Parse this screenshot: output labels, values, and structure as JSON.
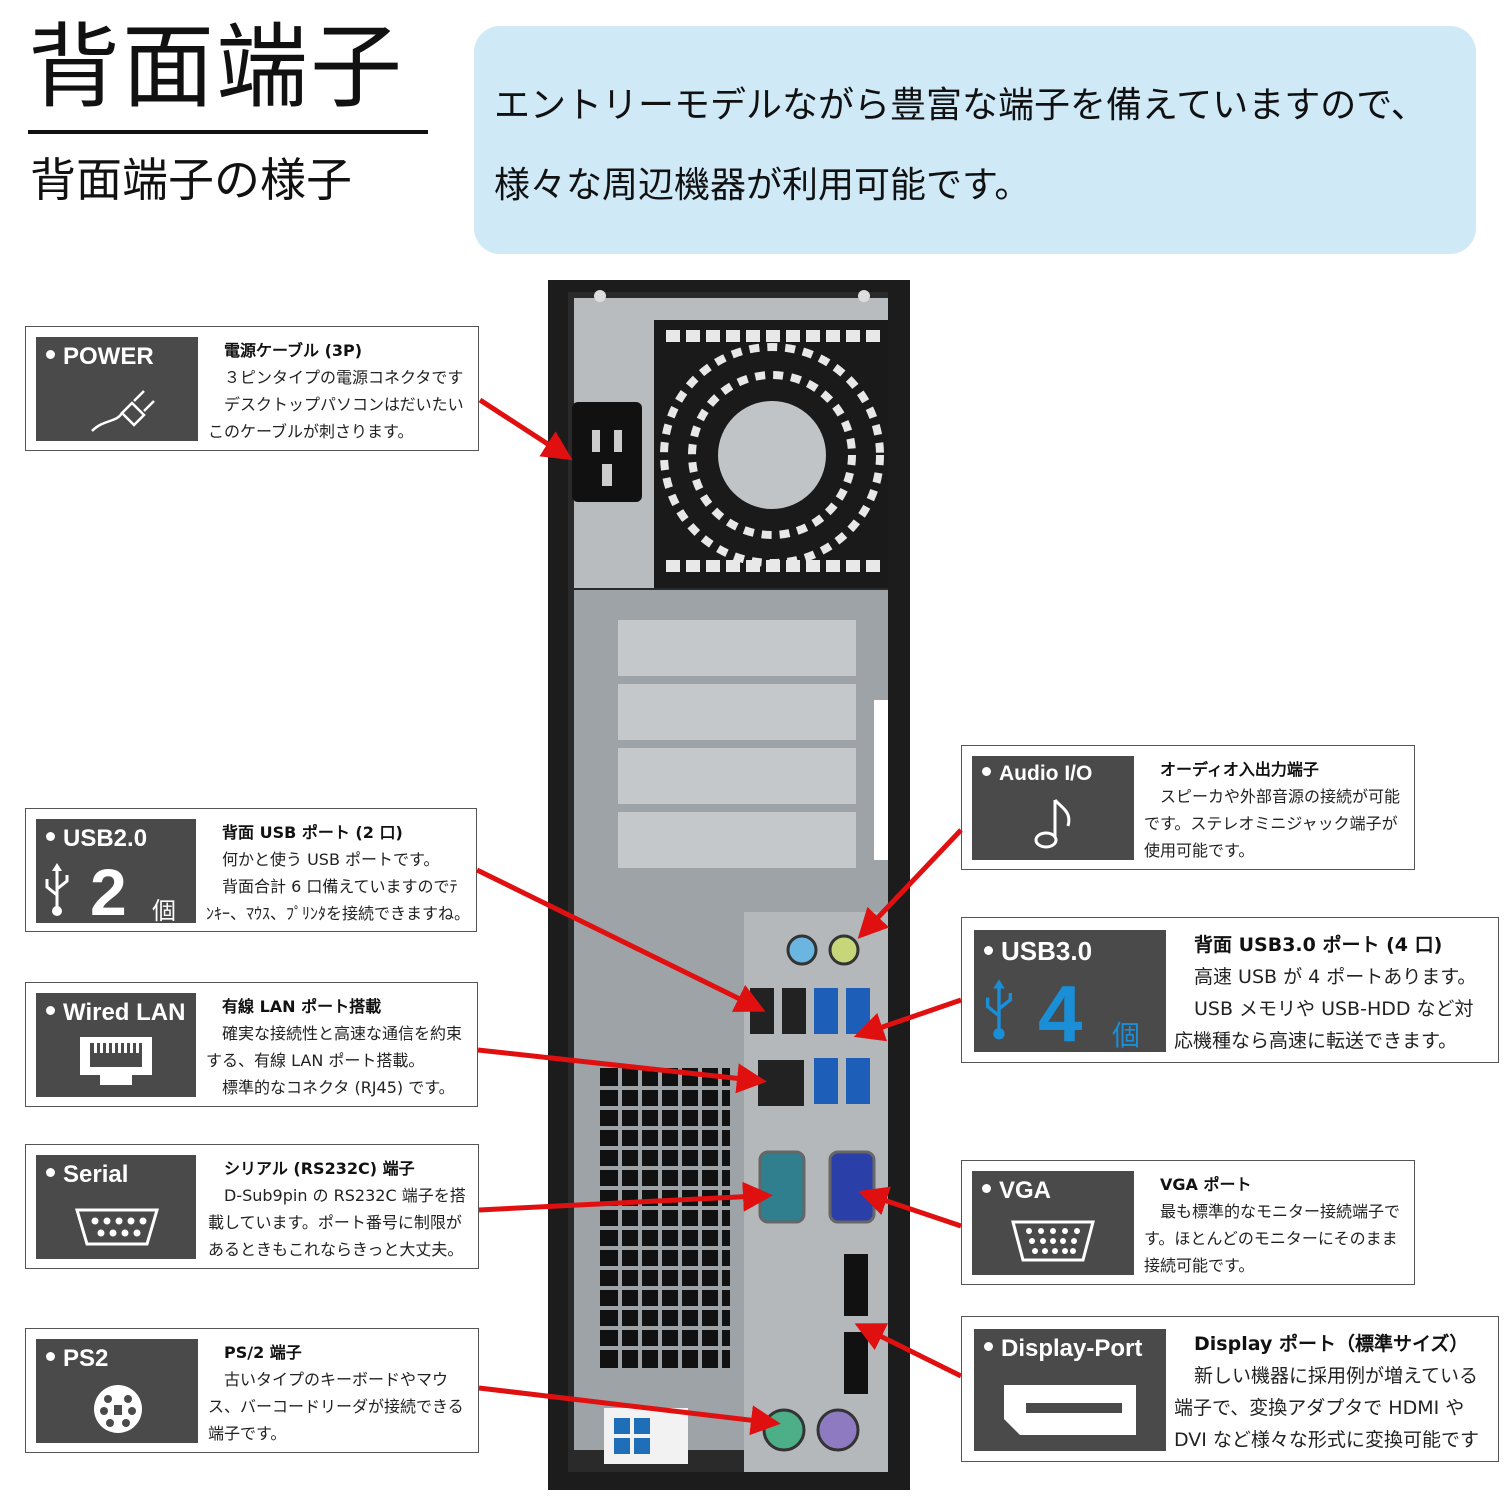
{
  "header": {
    "title": "背面端子",
    "subtitle": "背面端子の様子",
    "intro_line1": "エントリーモデルながら豊富な端子を備えていますので、",
    "intro_line2": "様々な周辺機器が利用可能です。"
  },
  "callouts": {
    "power": {
      "label": "POWER",
      "icon": "power-plug-icon",
      "title": "電源ケーブル (3P)",
      "lines": [
        "３ピンタイプの電源コネクタです",
        "デスクトップパソコンはだいたい",
        "このケーブルが刺さります。"
      ]
    },
    "usb2": {
      "label": "USB2.0",
      "icon": "usb-icon",
      "count": "2",
      "unit": "個",
      "title": "背面 USB ポート (2 口)",
      "lines": [
        "何かと使う USB ポートです。",
        "背面合計 6 口備えていますのでﾃ",
        "ﾝｷｰ、ﾏｳｽ、ﾌﾟﾘﾝﾀを接続できますね。"
      ]
    },
    "lan": {
      "label": "Wired LAN",
      "icon": "ethernet-port-icon",
      "title": "有線 LAN ポート搭載",
      "lines": [
        "確実な接続性と高速な通信を約束",
        "する、有線 LAN ポート搭載。",
        "標準的なコネクタ (RJ45) です。"
      ]
    },
    "serial": {
      "label": "Serial",
      "icon": "serial-port-icon",
      "title": "シリアル (RS232C) 端子",
      "lines": [
        "D-Sub9pin の RS232C 端子を搭",
        "載しています。ポート番号に制限が",
        "あるときもこれならきっと大丈夫。"
      ]
    },
    "ps2": {
      "label": "PS2",
      "icon": "ps2-port-icon",
      "title": "PS/2 端子",
      "lines": [
        "古いタイプのキーボードやマウ",
        "ス、バーコードリーダが接続できる",
        "端子です。"
      ]
    },
    "audio": {
      "label": "Audio I/O",
      "icon": "music-note-icon",
      "title": "オーディオ入出力端子",
      "lines": [
        "スピーカや外部音源の接続が可能",
        "です。ステレオミニジャック端子が",
        "使用可能です。"
      ]
    },
    "usb3": {
      "label": "USB3.0",
      "icon": "usb-icon",
      "count": "4",
      "unit": "個",
      "title": "背面 USB3.0 ポート (4 口)",
      "lines": [
        "高速 USB が 4 ポートあります。",
        "USB メモリや USB-HDD など対",
        "応機種なら高速に転送できます。"
      ]
    },
    "vga": {
      "label": "VGA",
      "icon": "vga-port-icon",
      "title": "VGA ポート",
      "lines": [
        "最も標準的なモニター接続端子で",
        "す。ほとんどのモニターにそのまま",
        "接続可能です。"
      ]
    },
    "dp": {
      "label": "Display-Port",
      "icon": "displayport-icon",
      "title": "Display ポート（標準サイズ）",
      "lines": [
        "新しい機器に採用例が増えている",
        "端子で、変換アダプタで HDMI や",
        "DVI など様々な形式に変換可能です"
      ]
    }
  },
  "colors": {
    "intro_bg": "#cfe9f7",
    "icon_box": "#4a4a4a",
    "arrow": "#e01010",
    "usb3_blue": "#1a8fd8",
    "case": "#1c1c1c"
  }
}
